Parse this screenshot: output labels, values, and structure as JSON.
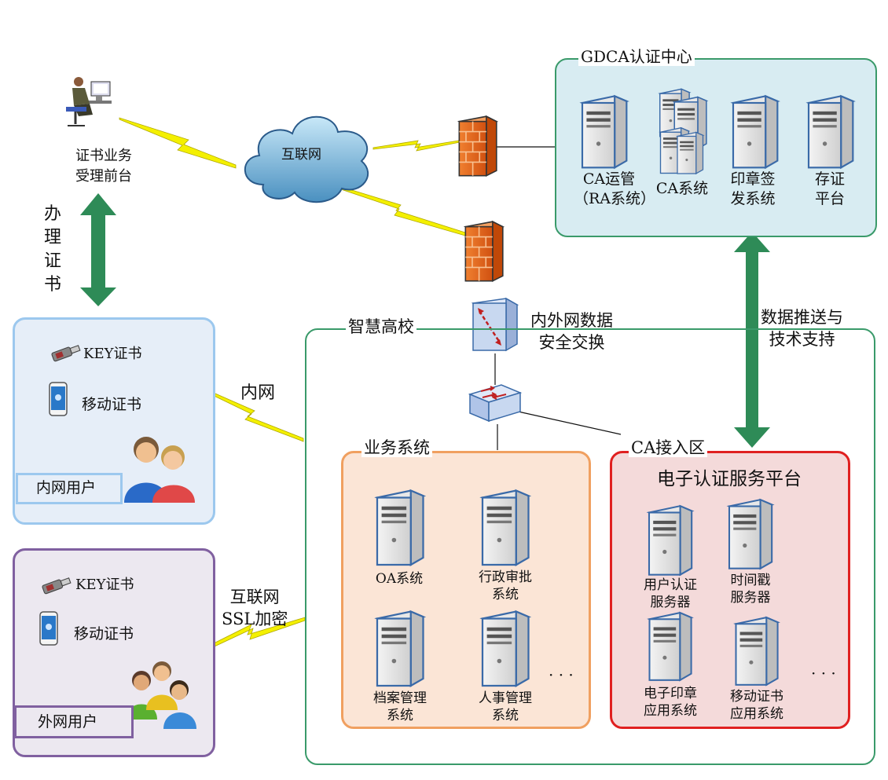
{
  "reception": {
    "label_line1": "证书业务",
    "label_line2": "受理前台"
  },
  "handle_cert": {
    "chars": [
      "办",
      "理",
      "证",
      "书"
    ]
  },
  "internet": {
    "label": "互联网"
  },
  "gdca": {
    "title": "GDCA认证中心",
    "servers": [
      {
        "line1": "CA运管",
        "line2": "（RA系统）"
      },
      {
        "line1": "CA系统",
        "line2": ""
      },
      {
        "line1": "印章签",
        "line2": "发系统"
      },
      {
        "line1": "存证",
        "line2": "平台"
      }
    ]
  },
  "exchange": {
    "line1": "内外网数据",
    "line2": "安全交换"
  },
  "push": {
    "line1": "数据推送与",
    "line2": "技术支持"
  },
  "campus": {
    "title": "智慧高校"
  },
  "intranet_user": {
    "key_cert": "KEY证书",
    "mobile_cert": "移动证书",
    "label": "内网用户"
  },
  "extranet_user": {
    "key_cert": "KEY证书",
    "mobile_cert": "移动证书",
    "label": "外网用户"
  },
  "link_intranet": {
    "label": "内网"
  },
  "link_internet": {
    "line1": "互联网",
    "line2": "SSL加密"
  },
  "business": {
    "title": "业务系统",
    "servers": [
      {
        "line1": "OA系统",
        "line2": ""
      },
      {
        "line1": "行政审批",
        "line2": "系统"
      },
      {
        "line1": "档案管理",
        "line2": "系统"
      },
      {
        "line1": "人事管理",
        "line2": "系统"
      }
    ],
    "ellipsis": "· · ·"
  },
  "ca_zone": {
    "title": "CA接入区",
    "platform": "电子认证服务平台",
    "servers": [
      {
        "line1": "用户认证",
        "line2": "服务器"
      },
      {
        "line1": "时间戳",
        "line2": "服务器"
      },
      {
        "line1": "电子印章",
        "line2": "应用系统"
      },
      {
        "line1": "移动证书",
        "line2": "应用系统"
      }
    ],
    "ellipsis": "· · ·"
  },
  "colors": {
    "gdca_border": "#3a9a6a",
    "gdca_fill": "#d8ecf2",
    "campus_border": "#3a9a6a",
    "business_border": "#f0a060",
    "business_fill": "#fbe5d6",
    "ca_border": "#e02020",
    "ca_fill": "#f4dada",
    "intranet_border": "#9cc8ee",
    "intranet_fill": "#e6eef8",
    "extranet_border": "#8060a0",
    "extranet_fill": "#ece8f0",
    "arrow_green": "#2e8b57",
    "bolt_yellow": "#f4f000"
  }
}
